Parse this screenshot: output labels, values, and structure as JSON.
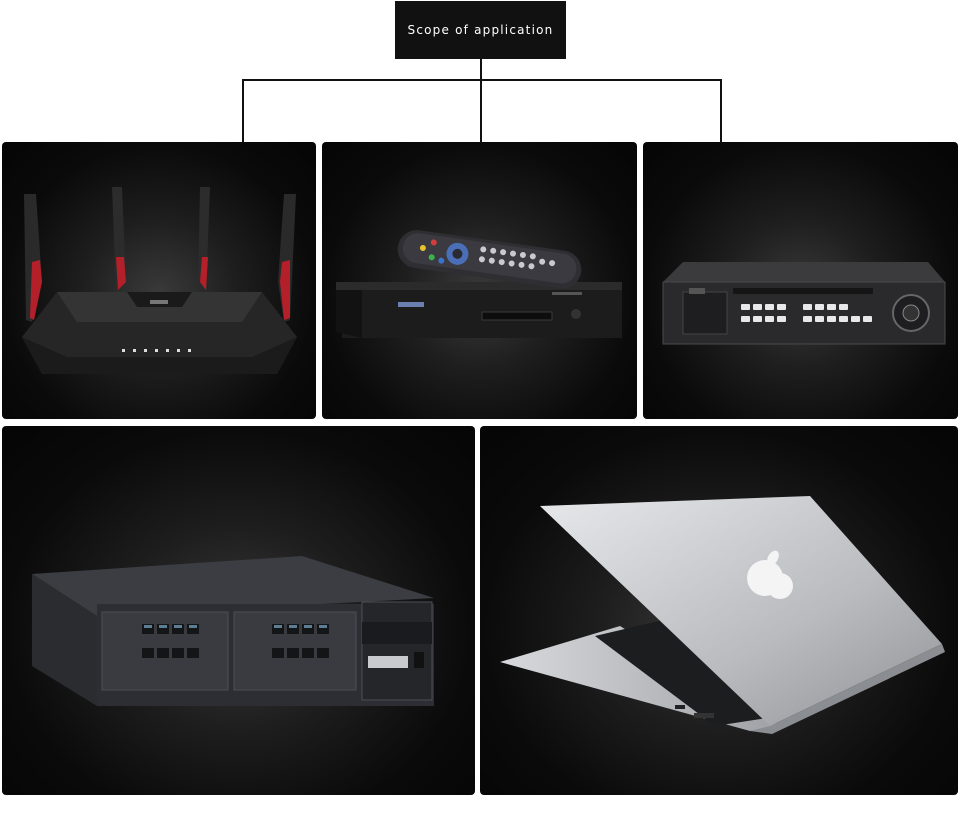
{
  "header": {
    "title": "Scope of application"
  },
  "devices": [
    {
      "id": "router",
      "icon": "wireless-router-icon"
    },
    {
      "id": "set-top-box",
      "icon": "set-top-box-with-remote-icon"
    },
    {
      "id": "dvr",
      "icon": "digital-video-recorder-icon"
    },
    {
      "id": "pbx",
      "icon": "telephone-exchange-server-icon"
    },
    {
      "id": "laptop",
      "icon": "laptop-icon"
    }
  ],
  "colors": {
    "panel_bg": "#0a0a0a",
    "title_bg": "#111111",
    "title_text": "#ffffff",
    "connector": "#111111",
    "router_accent": "#c0232b"
  }
}
